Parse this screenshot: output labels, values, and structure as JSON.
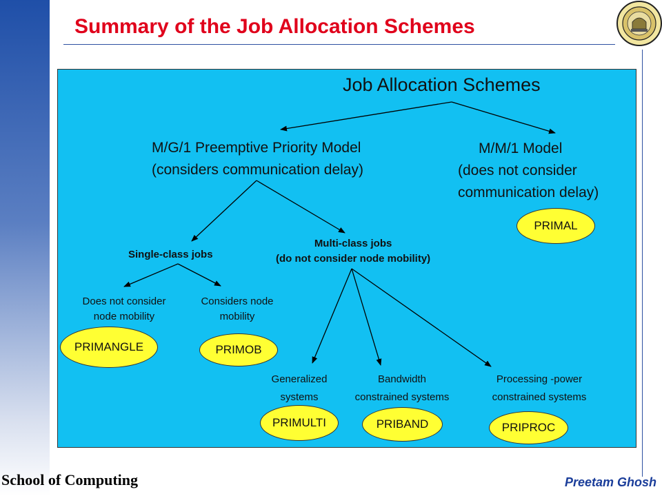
{
  "slide": {
    "title": "Summary of the Job Allocation Schemes"
  },
  "diagram": {
    "root": "Job Allocation Schemes",
    "mg1": {
      "line1": "M/G/1 Preemptive Priority Model",
      "line2": "(considers communication delay)"
    },
    "mm1": {
      "line1": "M/M/1 Model",
      "line2": "(does not consider",
      "line3": "communication delay)",
      "scheme": "PRIMAL"
    },
    "single_class": {
      "label": "Single-class jobs"
    },
    "multi_class": {
      "line1": "Multi-class jobs",
      "line2": "(do not consider node mobility)"
    },
    "no_mobility": {
      "line1": "Does not consider",
      "line2": "node mobility",
      "scheme": "PRIMANGLE"
    },
    "mobility": {
      "line1": "Considers node",
      "line2": "mobility",
      "scheme": "PRIMOB"
    },
    "generalized": {
      "line1": "Generalized",
      "line2": "systems",
      "scheme": "PRIMULTI"
    },
    "bandwidth": {
      "line1": "Bandwidth",
      "line2": "constrained systems",
      "scheme": "PRIBAND"
    },
    "processing": {
      "line1": "Processing -power",
      "line2": "constrained systems",
      "scheme": "PRIPROC"
    }
  },
  "footer": {
    "left": "School of Computing",
    "right": "Preetam Ghosh"
  },
  "colors": {
    "title": "#e0001b",
    "panel": "#12c0f2",
    "oval": "#ffff33",
    "footer_right": "#1a3d9a"
  }
}
